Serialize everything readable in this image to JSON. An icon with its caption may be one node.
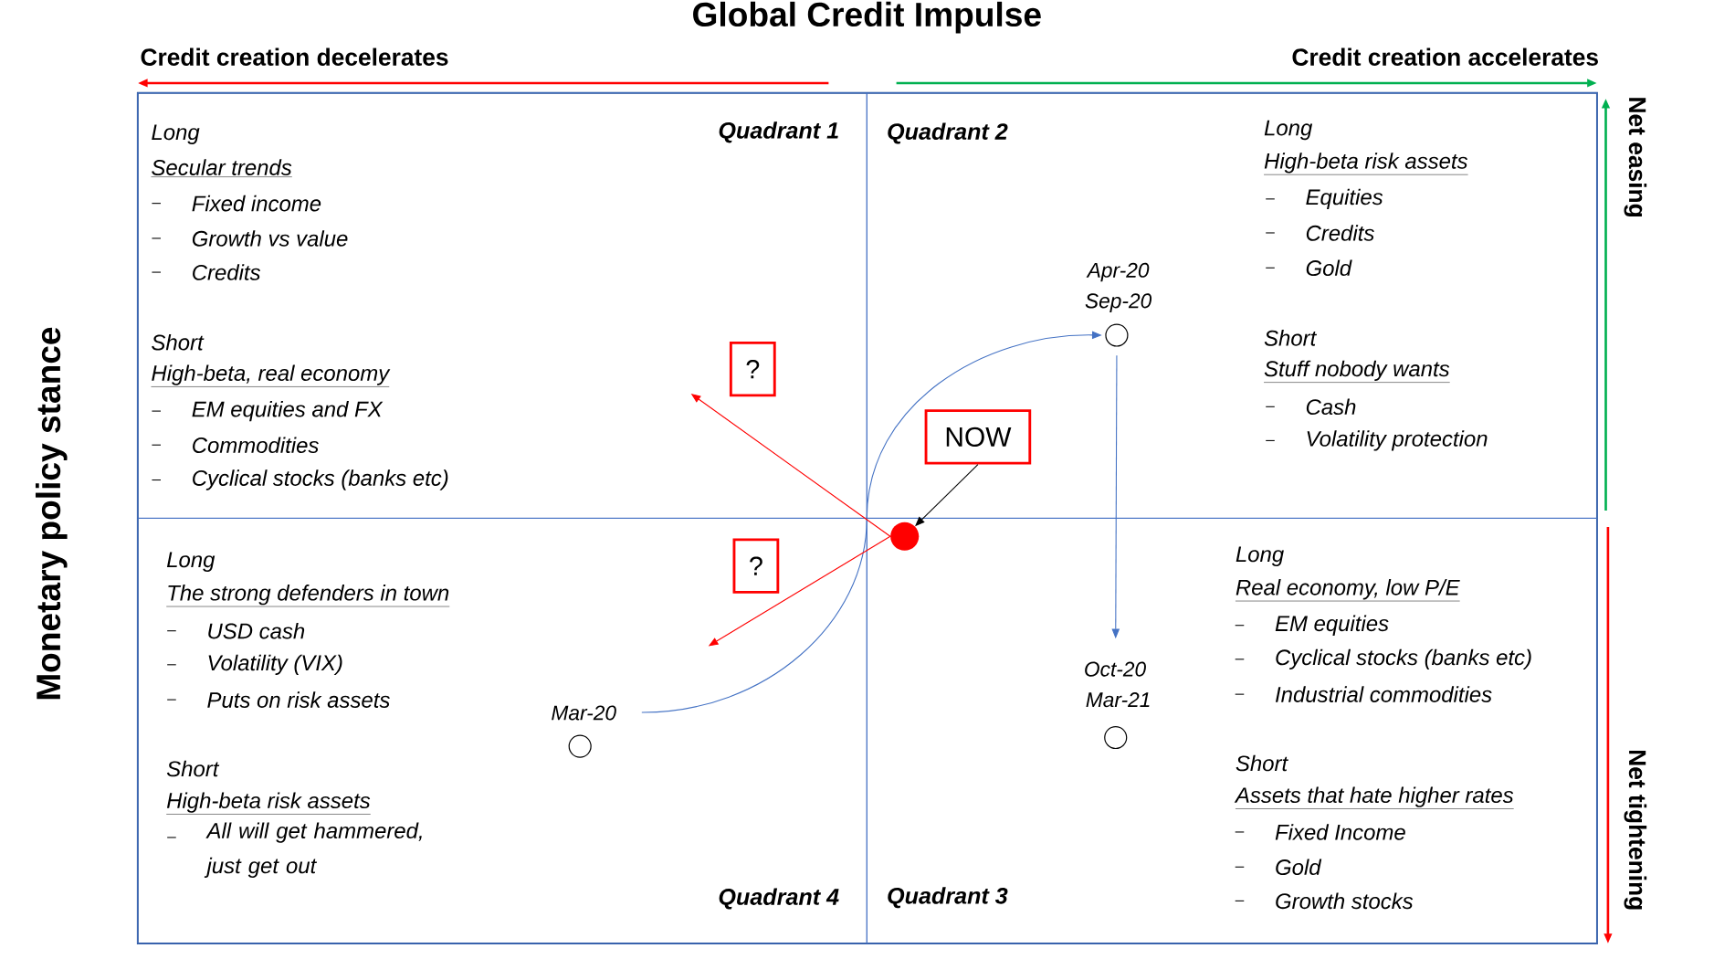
{
  "diagram": {
    "title": "Global Credit Impulse",
    "nodes": [
      {
        "text": [
          "Quadrant 1",
          "Long",
          "Secular trends",
          "Fixed income",
          "Growth vs value",
          "Credits",
          "Short",
          "High-beta, real economy",
          "EM equities and FX",
          "Commodities",
          "Cyclical stocks (banks etc)"
        ]
      },
      {
        "text": [
          "Quadrant 2",
          "Long",
          "High-beta risk assets",
          "Equities",
          "Credits",
          "Gold",
          "Short",
          "Stuff nobody wants",
          "Cash",
          "Volatility protection"
        ]
      },
      {
        "text": [
          "Long",
          "The strong defenders in town",
          "USD cash",
          "Volatility (VIX)",
          "Puts on risk assets",
          "Short",
          "High-beta risk assets",
          "All will get hammered, just get out",
          "Quadrant 4"
        ]
      },
      {
        "text": [
          "Quadrant 3",
          "Long",
          "Real economy, low P/E",
          "EM equities",
          "Cyclical stocks (banks etc)",
          "Industrial commodities",
          "Short",
          "Assets that hate higher rates",
          "Fixed Income",
          "Gold",
          "Growth stocks"
        ]
      },
      {
        "text": [
          "?"
        ],
        "in": 0
      },
      {
        "text": [],
        "shape": "circle",
        "beside": [
          "Apr-20",
          "Sep-20"
        ],
        "in": 1
      },
      {
        "text": [
          "NOW"
        ],
        "in": 1
      },
      {
        "text": [],
        "shape": "circle",
        "in": 3
      },
      {
        "text": [
          "?"
        ],
        "in": 2
      },
      {
        "text": [],
        "shape": "circle",
        "beside": [
          "Mar-20"
        ],
        "in": 2
      },
      {
        "text": [],
        "shape": "circle",
        "beside": [
          "Oct-20",
          "Mar-21"
        ],
        "in": 3
      }
    ],
    "edges": [
      {
        "from": 9,
        "to": 5,
        "arrow": "to",
        "color": "#4472c4"
      },
      {
        "from": 5,
        "to": 10,
        "arrow": "to",
        "color": "#4472c4"
      },
      {
        "from": 6,
        "to": 7,
        "arrow": "to",
        "color": "#000000"
      },
      {
        "from": 7,
        "to": null,
        "arrow": "to",
        "color": "#ff0000"
      },
      {
        "from": 7,
        "to": null,
        "arrow": "to",
        "color": "#ff0000"
      }
    ],
    "labels": [
      "Credit creation decelerates",
      "Credit creation accelerates",
      "Net easing",
      "Net tightening",
      "Monetary policy stance"
    ]
  }
}
